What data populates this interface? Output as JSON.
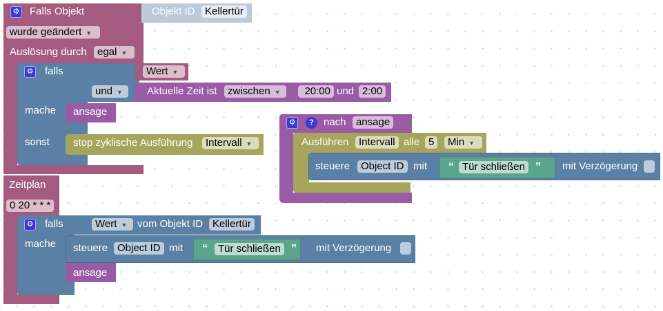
{
  "trigger": {
    "title": "Falls Objekt",
    "object_label": "Objekt ID",
    "object_value": "Kellertür",
    "event": "wurde geändert",
    "trigger_by_label": "Auslösung durch",
    "trigger_by": "egal"
  },
  "if1": {
    "falls": "falls",
    "value": "Wert",
    "op": "und",
    "time_label": "Aktuelle Zeit ist",
    "time_mode": "zwischen",
    "from": "20:00",
    "and": "und",
    "to": "2:00",
    "mache": "mache",
    "do_call": "ansage",
    "sonst": "sonst",
    "stop_label": "stop zyklische Ausführung",
    "stop_target": "Intervall"
  },
  "schedule": {
    "title": "Zeitplan",
    "cron": "0 20 * * *"
  },
  "if2": {
    "falls": "falls",
    "value": "Wert",
    "from_obj": "vom Objekt ID",
    "obj": "Kellertür",
    "mache": "mache",
    "control": "steuere",
    "control_obj": "Object ID",
    "with": "mit",
    "text": "Tür schließen",
    "delay": "mit Verzögerung",
    "call": "ansage"
  },
  "func": {
    "nach": "nach",
    "name": "ansage",
    "run": "Ausführen",
    "interval": "Intervall",
    "every": "alle",
    "amount": "5",
    "unit": "Min",
    "control": "steuere",
    "control_obj": "Object ID",
    "with": "mit",
    "text": "Tür schließen",
    "delay": "mit Verzögerung"
  },
  "icons": {
    "gear": "⚙",
    "help": "?",
    "quote_open": "“",
    "quote_close": "”",
    "dropdown": "▼"
  }
}
